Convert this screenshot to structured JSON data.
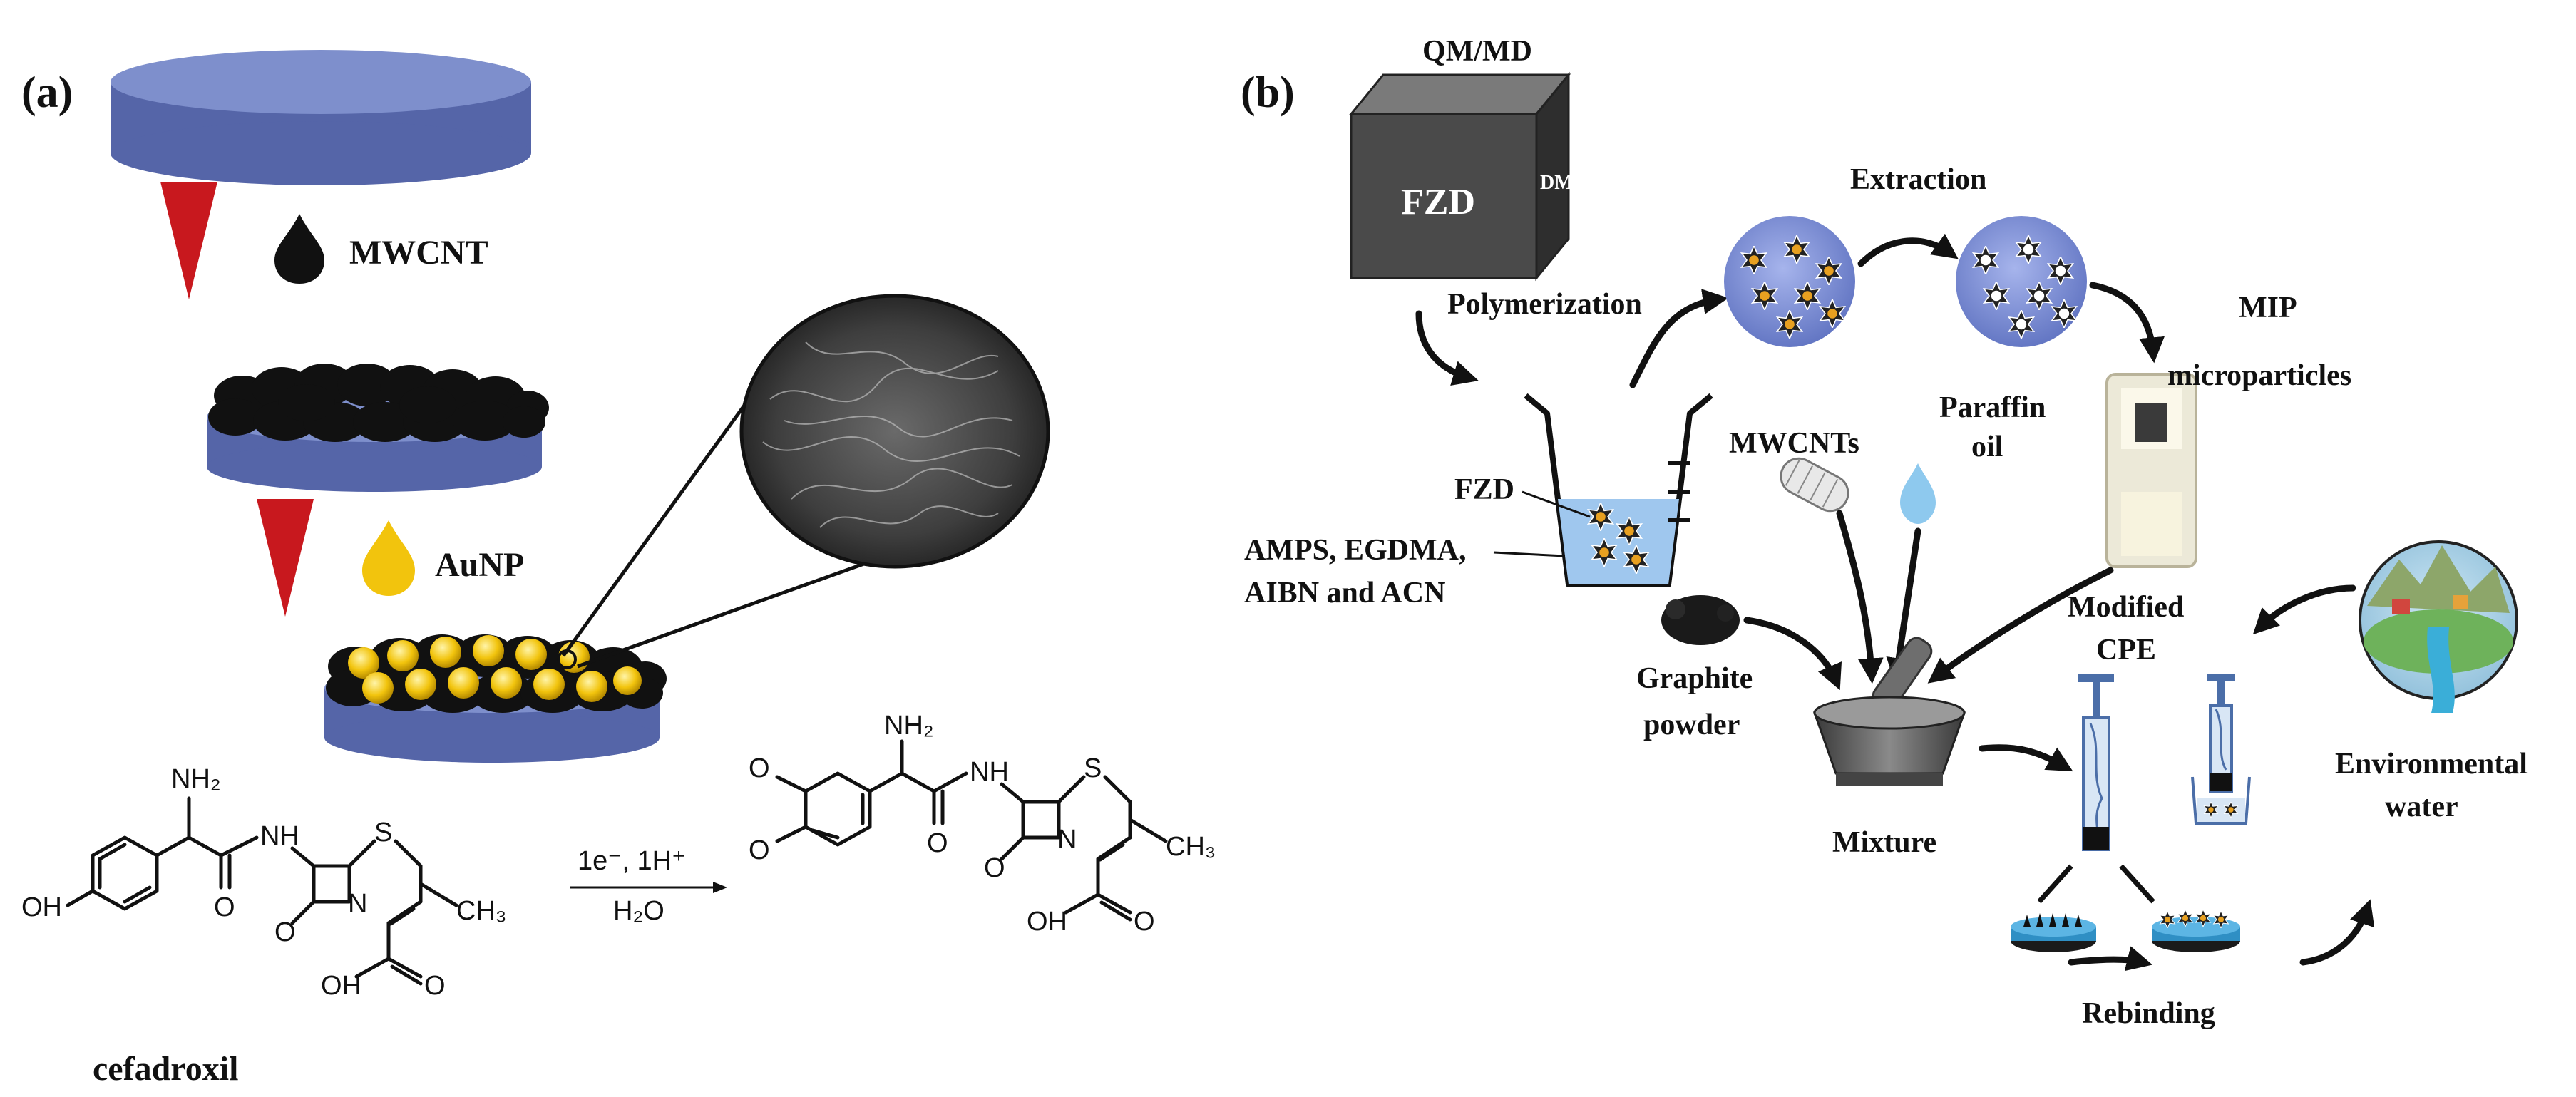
{
  "panels": {
    "a": {
      "label": "(a)",
      "mwcnt_label": "MWCNT",
      "aunp_label": "AuNP",
      "reactant_name": "cefadroxil",
      "reaction_condition_top": "1e⁻, 1H⁺",
      "reaction_condition_bottom": "H₂O",
      "reactant_groups": {
        "amine": "NH₂",
        "hydroxyl": "OH",
        "amide": "NH",
        "ring_n": "N",
        "sulfur": "S",
        "methyl": "CH₃",
        "carbonyl_o": "O",
        "acid": "OH",
        "acid_o": "O"
      },
      "product_groups": {
        "amine": "NH₂",
        "quinone_o1": "O",
        "quinone_o2": "O",
        "amide": "NH",
        "ring_n": "N",
        "sulfur": "S",
        "methyl": "CH₃",
        "carbonyl_o": "O",
        "acid": "OH",
        "acid_o": "O"
      }
    },
    "b": {
      "label": "(b)",
      "qmmd_label": "QM/MD",
      "cube_front": "FZD",
      "cube_side": "DMF",
      "polymerization": "Polymerization",
      "extraction": "Extraction",
      "mip_line1": "MIP",
      "mip_line2": "microparticles",
      "fzd_label": "FZD",
      "reagents_line1": "AMPS, EGDMA,",
      "reagents_line2": "AIBN and ACN",
      "mwcnts": "MWCNTs",
      "paraffin_line1": "Paraffin",
      "paraffin_line2": "oil",
      "graphite_line1": "Graphite",
      "graphite_line2": "powder",
      "mixture": "Mixture",
      "modified_line1": "Modified",
      "modified_line2": "CPE",
      "env_line1": "Environmental",
      "env_line2": "water",
      "rebinding": "Rebinding"
    }
  },
  "colors": {
    "disc_blue": "#6e7fbf",
    "red_arrow": "#c8181e",
    "gold": "#f2c40d",
    "black": "#111111",
    "sphere_blue": "#7d8fd3",
    "star_orange": "#e8a020",
    "cube_gray": "#4a4a4a"
  }
}
